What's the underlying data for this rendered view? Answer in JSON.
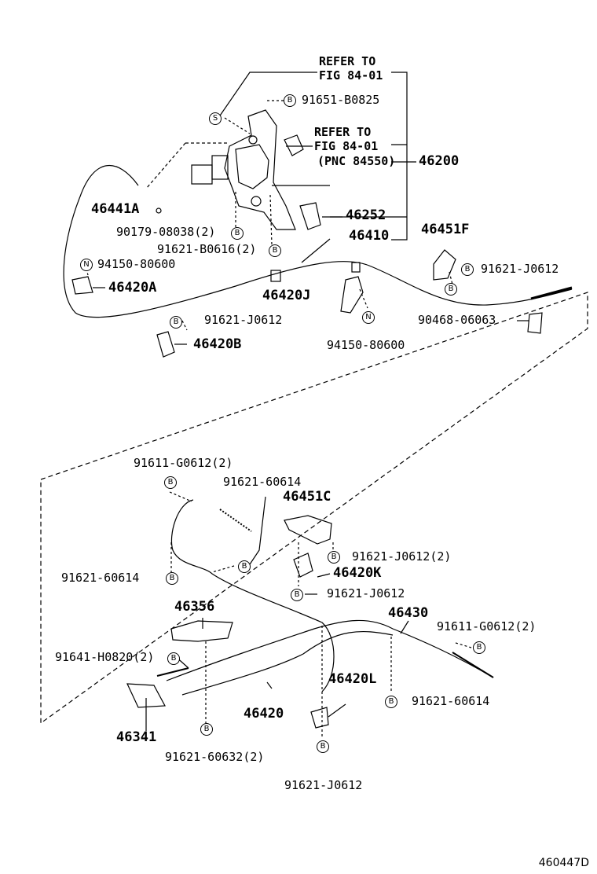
{
  "diagram": {
    "code": "460447D",
    "refs": {
      "ref1_line1": "REFER TO",
      "ref1_line2": "FIG 84-01",
      "ref2_line1": "REFER TO",
      "ref2_line2": "FIG 84-01",
      "ref2_line3": "(PNC 84550)"
    },
    "badges": {
      "bolt": "B",
      "nut": "N",
      "screw": "S"
    },
    "upper": {
      "p46200": "46200",
      "p46252": "46252",
      "p46410": "46410",
      "p46451F": "46451F",
      "p46441A": "46441A",
      "p46420A": "46420A",
      "p46420J": "46420J",
      "p46420B": "46420B",
      "b91651": "91651-B0825",
      "b90179": "90179-08038(2)",
      "b91621_B0616": "91621-B0616(2)",
      "n94150_left": "94150-80600",
      "b91621_J0612_right": "91621-J0612",
      "b91621_J0612_mid": "91621-J0612",
      "b90468": "90468-06063",
      "n94150_mid": "94150-80600"
    },
    "lower": {
      "b91611_top": "91611-G0612(2)",
      "b91621_60614_top": "91621-60614",
      "p46451C": "46451C",
      "b91621_J0612_2": "91621-J0612(2)",
      "p46420K": "46420K",
      "b91621_60614_left": "91621-60614",
      "b91621_J0612_k": "91621-J0612",
      "p46356": "46356",
      "p46430": "46430",
      "b91611_right": "91611-G0612(2)",
      "b91641": "91641-H0820(2)",
      "p46420L": "46420L",
      "b91621_60614_bottom": "91621-60614",
      "p46341": "46341",
      "p46420": "46420",
      "b91621_60632": "91621-60632(2)",
      "b91621_J0612_bottom": "91621-J0612"
    }
  }
}
